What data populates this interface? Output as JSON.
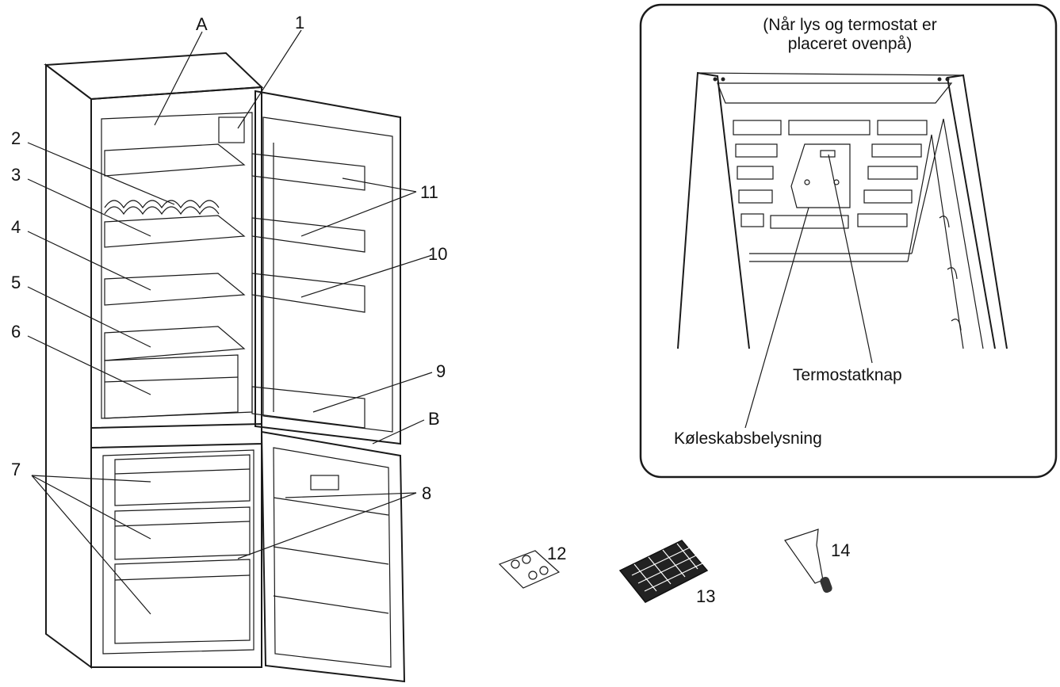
{
  "labels": {
    "A": "A",
    "B": "B",
    "n1": "1",
    "n2": "2",
    "n3": "3",
    "n4": "4",
    "n5": "5",
    "n6": "6",
    "n7": "7",
    "n8": "8",
    "n9": "9",
    "n10": "10",
    "n11": "11",
    "n12": "12",
    "n13": "13",
    "n14": "14"
  },
  "inset": {
    "caption_line1": "(Når lys og termostat er",
    "caption_line2": "placeret ovenpå)",
    "thermostat_label": "Termostatknap",
    "light_label": "Køleskabsbelysning"
  }
}
